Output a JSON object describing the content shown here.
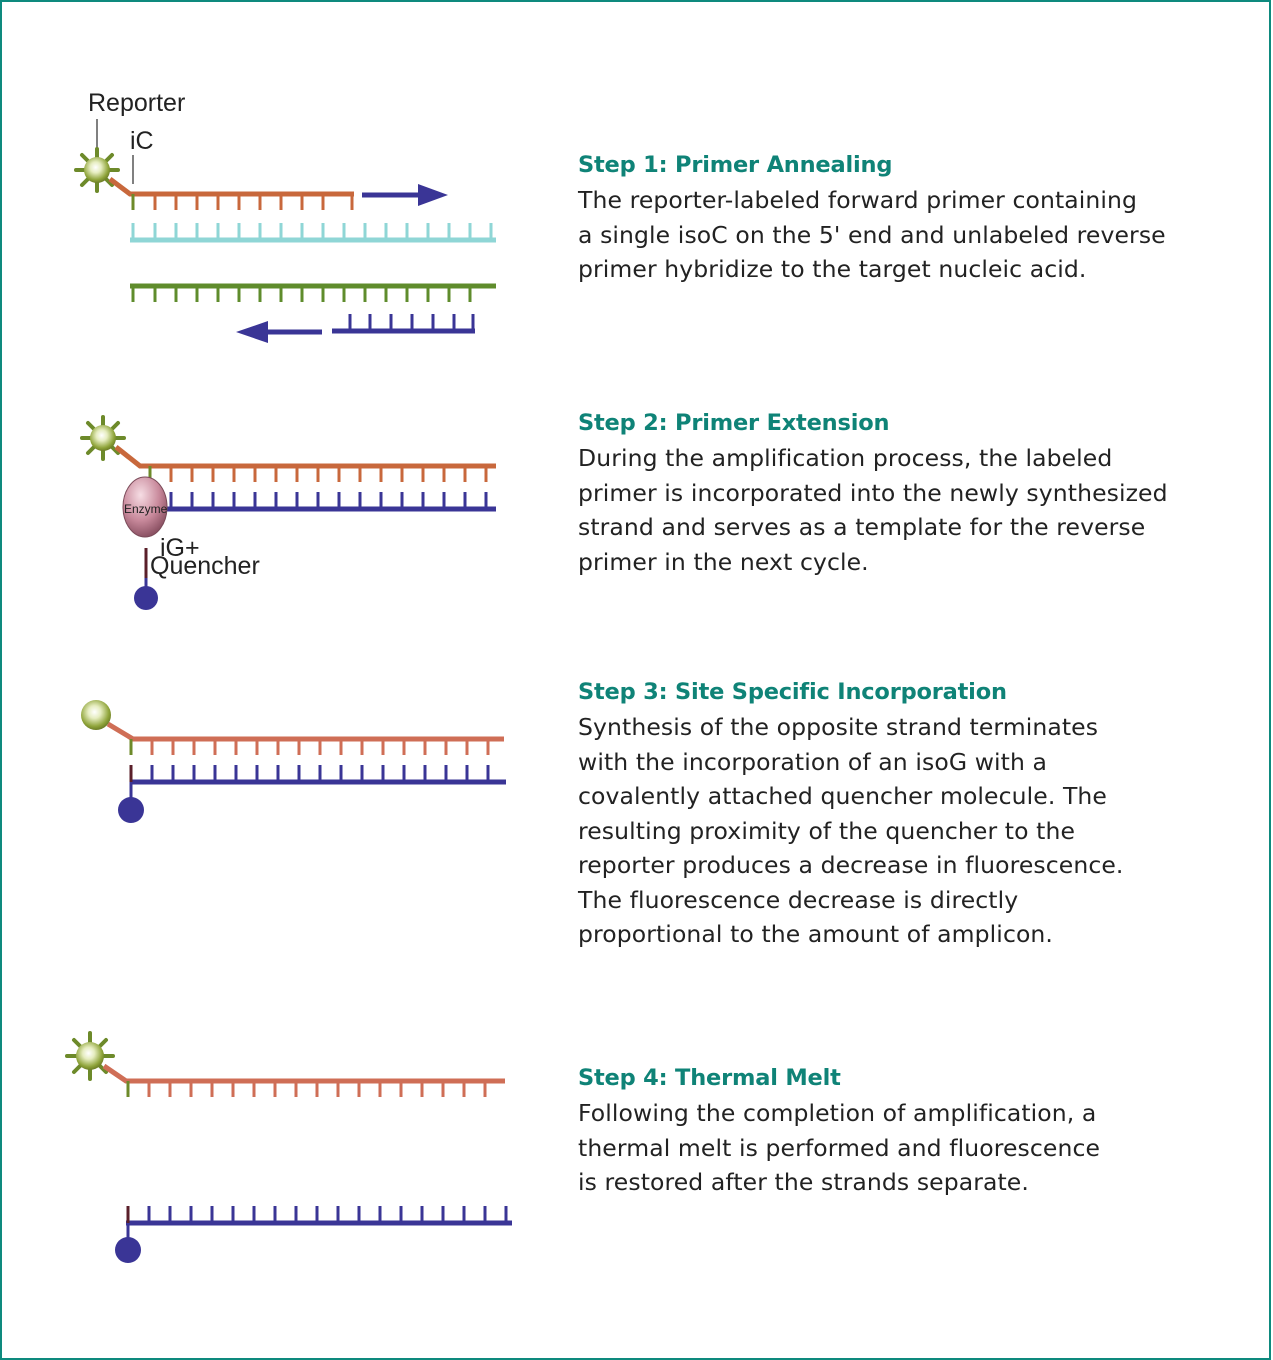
{
  "colors": {
    "border": "#0e8a7e",
    "title": "#0f8377",
    "orange_strand": "#c8683c",
    "salmon_strand": "#cf6e56",
    "cyan_strand": "#8fd6d6",
    "green_strand": "#5f8c2c",
    "blue_strand": "#3a3596",
    "reporter": "#8fa43a",
    "enzyme": "#c98a9c"
  },
  "steps": [
    {
      "title": "Step 1: Primer Annealing",
      "lines": [
        "The reporter-labeled forward primer containing",
        "a single isoC on the 5' end and unlabeled reverse",
        "primer hybridize to the target nucleic acid."
      ]
    },
    {
      "title": "Step 2: Primer Extension",
      "lines": [
        "During the amplification process, the labeled",
        "primer is incorporated into the newly synthesized",
        "strand and serves as a template for the reverse",
        "primer in the next cycle."
      ]
    },
    {
      "title": "Step 3: Site Specific Incorporation",
      "lines": [
        "Synthesis of the opposite strand terminates",
        "with the incorporation of an isoG with a",
        "covalently attached quencher molecule. The",
        "resulting proximity of the quencher to the",
        "reporter produces a decrease in fluorescence.",
        "The fluorescence decrease is directly",
        "proportional to the amount of amplicon."
      ]
    },
    {
      "title": "Step 4: Thermal Melt",
      "lines": [
        "Following the completion of amplification, a",
        "thermal melt is performed and fluorescence",
        "is restored after the strands separate."
      ]
    }
  ],
  "labels": {
    "reporter": "Reporter",
    "ic": "iC",
    "enzyme": "Enzyme",
    "ig_plus": "iG+",
    "quencher": "Quencher"
  },
  "icons": [
    "reporter-icon",
    "enzyme-icon",
    "quencher-icon",
    "arrow-icon"
  ]
}
